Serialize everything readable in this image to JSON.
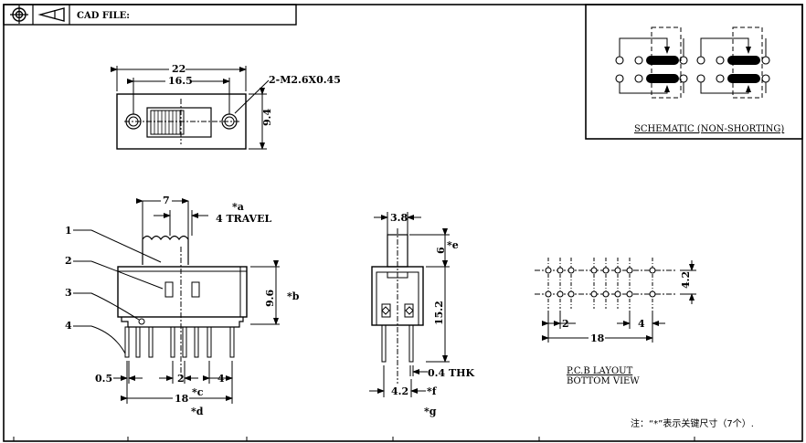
{
  "title_block": {
    "cad_file_label": "CAD FILE:",
    "projection_icon": "first-angle-projection-icon"
  },
  "schematic": {
    "caption": "SCHEMATIC (NON-SHORTING)"
  },
  "top_view": {
    "width": "22",
    "pitch": "16.5",
    "height": "9.4",
    "screw": "2-M2.6X0.45"
  },
  "front_view": {
    "actuator_width": "7",
    "travel_ref": "*a",
    "travel": "4 TRAVEL",
    "body_height": "9.6",
    "body_height_ref": "*b",
    "pin_width": "0.5",
    "pin_pitch": "2",
    "pin_spacing": "4",
    "total_width": "18",
    "total_ref": "*c",
    "d_ref": "*d",
    "callouts": [
      "1",
      "2",
      "3",
      "4"
    ]
  },
  "side_view": {
    "actuator_width": "3.8",
    "actuator_height": "6",
    "actuator_ref": "*e",
    "body_height": "15.2",
    "thickness": "0.4 THK",
    "pin_offset": "4.2",
    "f_ref": "*f",
    "g_ref": "*g"
  },
  "pcb": {
    "row_spacing": "4.2",
    "pitch": "2",
    "spacing": "4",
    "total": "18",
    "caption_line1": "P.C.B LAYOUT",
    "caption_line2": "BOTTOM VIEW"
  },
  "note": "注：“*”表示关键尺寸（7个）."
}
